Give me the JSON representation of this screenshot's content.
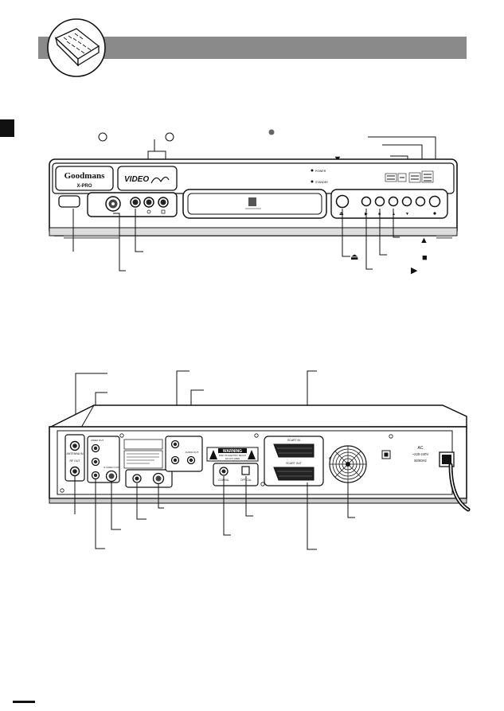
{
  "front_panel": {
    "brand": "Goodmans",
    "model": "X-PRO",
    "logo": "VIDEO",
    "led_power": "POWER",
    "led_standby": "STANDBY",
    "legend_arrow_down": "▼",
    "legend_arrow_up": "▲",
    "legend_stop": "■",
    "legend_play": "▶",
    "legend_eject": "⏏"
  },
  "rear_panel": {
    "antenna_in": "ANTENNA IN",
    "rf_out": "RF OUT",
    "video_out": "VIDEO OUT",
    "s_video_out": "S-VIDEO OUT",
    "audio_out": "AUDIO OUT",
    "coaxial": "COAXIAL",
    "optical": "OPTICAL",
    "scart_in": "SCART IN",
    "scart_out": "SCART OUT",
    "ac_label": "AC",
    "ac_voltage": "~220-240V",
    "ac_freq": "50/60Hz",
    "warning_title": "WARNING",
    "warning_line1": "RISK OF ELECTRIC SHOCK",
    "warning_line2": "DO NOT OPEN"
  },
  "colors": {
    "header_bar": "#8a8a8a",
    "ink": "#111111",
    "page_tab": "#111111"
  }
}
